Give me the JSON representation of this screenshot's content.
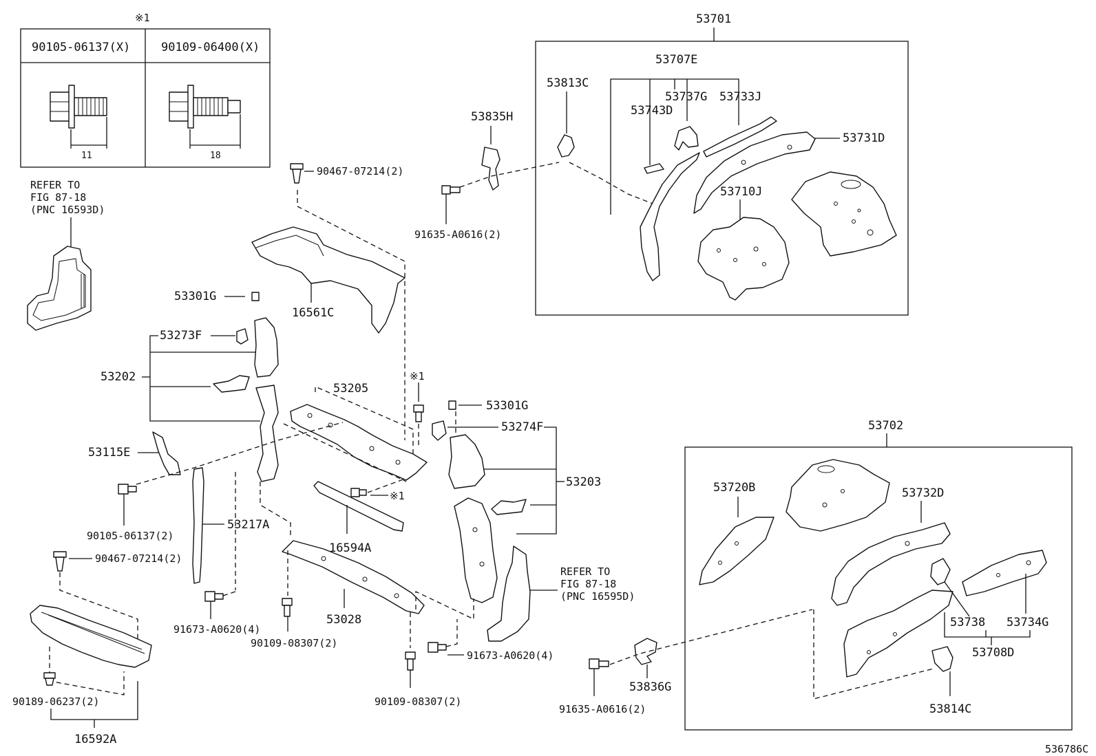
{
  "callouts": {
    "c53701": "53701",
    "c53707E": "53707E",
    "c53813C": "53813C",
    "c53737G": "53737G",
    "c53733J": "53733J",
    "c53743D": "53743D",
    "c53835H": "53835H",
    "c53731D": "53731D",
    "c90467_top": "90467-07214(2)",
    "c91635_top": "91635-A0616(2)",
    "c53710J": "53710J",
    "c53301G_a": "53301G",
    "c16561C": "16561C",
    "c53273F": "53273F",
    "c53202": "53202",
    "c53205": "53205",
    "c53301G_b": "53301G",
    "c53274F": "53274F",
    "c53115E": "53115E",
    "c53203": "53203",
    "c90105_bot": "90105-06137(2)",
    "c53217A": "53217A",
    "c16594A": "16594A",
    "c90467_bot": "90467-07214(2)",
    "c91673_a": "91673-A0620(4)",
    "c90109_a": "90109-08307(2)",
    "c53028": "53028",
    "c91673_b": "91673-A0620(4)",
    "c90189": "90189-06237(2)",
    "c16592A": "16592A",
    "c90109_b": "90109-08307(2)",
    "c53702": "53702",
    "c53720B": "53720B",
    "c53732D": "53732D",
    "c53738": "53738",
    "c53734G": "53734G",
    "c53708D": "53708D",
    "c53836G": "53836G",
    "c91635_bot": "91635-A0616(2)",
    "c53814C": "53814C"
  },
  "marks": {
    "note_mark": "※1",
    "note_mark_a": "※1",
    "note_mark_b": "※1"
  },
  "refer_left": {
    "line1": "REFER TO",
    "line2": "FIG 87-18",
    "line3": "(PNC 16593D)"
  },
  "refer_right": {
    "line1": "REFER TO",
    "line2": "FIG 87-18",
    "line3": "(PNC 16595D)"
  },
  "bolt_table": {
    "col1_part": "90105-06137(X)",
    "col2_part": "90109-06400(X)",
    "col1_dim": "11",
    "col2_dim": "18"
  },
  "figure_id": "536786C"
}
